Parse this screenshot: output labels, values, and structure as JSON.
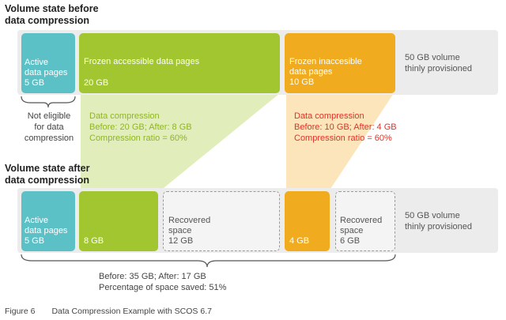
{
  "headings": {
    "before": [
      "Volume state before",
      "data compression"
    ],
    "after": [
      "Volume state after",
      "data compression"
    ]
  },
  "before_row": {
    "active": {
      "label": [
        "Active",
        "data pages"
      ],
      "size": "5 GB"
    },
    "frozen_accessible": {
      "label": "Frozen accessible data pages",
      "size": "20 GB"
    },
    "frozen_inaccessible": {
      "label": [
        "Frozen inaccesible",
        "data pages"
      ],
      "size": "10 GB"
    },
    "volume_label": [
      "50 GB volume",
      "thinly provisioned"
    ]
  },
  "not_eligible": [
    "Not eligible",
    "for data",
    "compression"
  ],
  "compression_accessible": {
    "lines": [
      "Data compression",
      "Before: 20 GB; After: 8 GB",
      "Compression ratio = 60%"
    ],
    "color": "#8fb522"
  },
  "compression_inaccessible": {
    "lines": [
      "Data compression",
      "Before: 10 GB; After: 4 GB",
      "Compression ratio = 60%"
    ],
    "color": "#e03228"
  },
  "after_row": {
    "active": {
      "label": [
        "Active",
        "data pages"
      ],
      "size": "5 GB"
    },
    "compressed_accessible": {
      "size": "8 GB"
    },
    "recovered_1": {
      "label": [
        "Recovered",
        "space"
      ],
      "size": "12 GB"
    },
    "compressed_inaccessible": {
      "size": "4 GB"
    },
    "recovered_2": {
      "label": [
        "Recovered",
        "space"
      ],
      "size": "6 GB"
    },
    "volume_label": [
      "50 GB volume",
      "thinly provisioned"
    ]
  },
  "summary": [
    "Before: 35 GB; After: 17 GB",
    "Percentage of space saved: 51%"
  ],
  "caption": {
    "figure": "Figure 6",
    "text": "Data Compression Example with SCOS 6.7"
  },
  "colors": {
    "active": "#5bc1c6",
    "frozen_accessible": "#a1c630",
    "frozen_inaccessible": "#f0ac1e",
    "active_squares": "#1e4a8a",
    "accessible_squares": "#6b9b12",
    "inaccessible_squares": "#d42a1c",
    "band": "#ececec"
  }
}
